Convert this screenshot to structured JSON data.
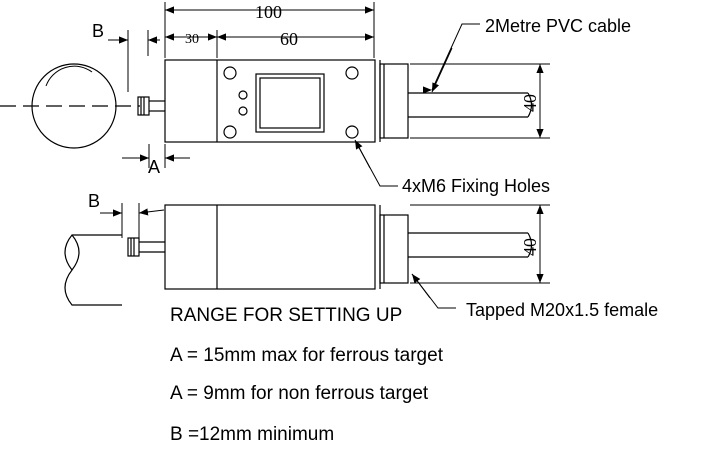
{
  "dimensions": {
    "overall_length": "100",
    "section_30": "30",
    "section_60": "60",
    "height_top": "40",
    "height_bottom": "40",
    "gap_a": "A",
    "gap_b_top": "B",
    "gap_b_bottom": "B"
  },
  "callouts": {
    "cable": "2Metre PVC cable",
    "fixing_holes": "4xM6 Fixing Holes",
    "thread": "Tapped M20x1.5 female"
  },
  "notes": {
    "heading": "RANGE FOR SETTING UP",
    "line_a_ferrous": "A = 15mm max for ferrous target",
    "line_a_nonferrous": "A = 9mm for non ferrous target",
    "line_b": "B =12mm minimum"
  }
}
